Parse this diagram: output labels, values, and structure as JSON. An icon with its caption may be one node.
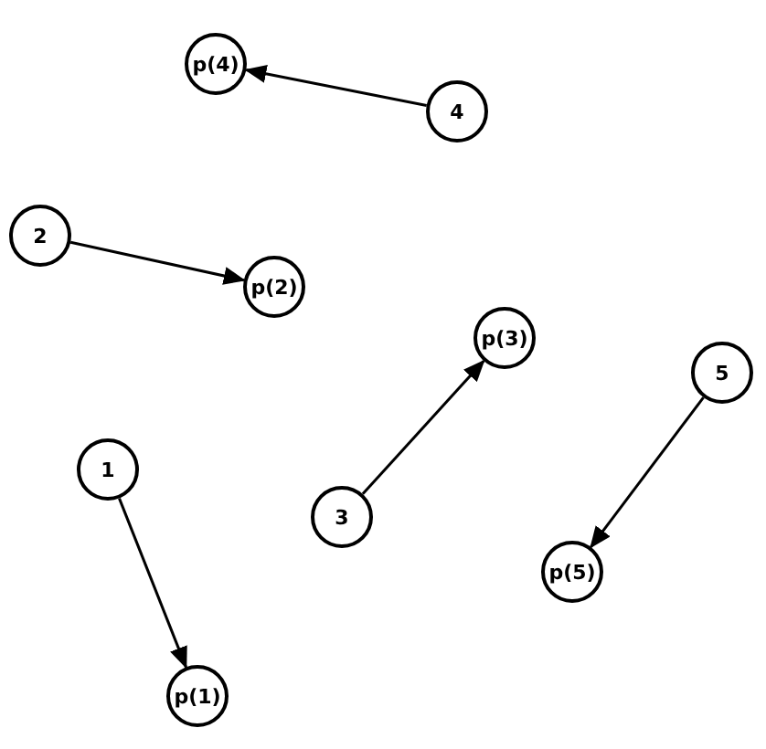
{
  "diagram": {
    "nodes": [
      {
        "text": [
          "p(4)"
        ]
      },
      {
        "text": [
          "4"
        ]
      },
      {
        "text": [
          "2"
        ]
      },
      {
        "text": [
          "p(2)"
        ]
      },
      {
        "text": [
          "p(3)"
        ]
      },
      {
        "text": [
          "5"
        ]
      },
      {
        "text": [
          "1"
        ]
      },
      {
        "text": [
          "3"
        ]
      },
      {
        "text": [
          "p(5)"
        ]
      },
      {
        "text": [
          "p(1)"
        ]
      }
    ],
    "edges": [
      {
        "from": 1,
        "to": 0,
        "arrow": "to"
      },
      {
        "from": 2,
        "to": 3,
        "arrow": "to"
      },
      {
        "from": 7,
        "to": 4,
        "arrow": "to"
      },
      {
        "from": 5,
        "to": 8,
        "arrow": "to"
      },
      {
        "from": 6,
        "to": 9,
        "arrow": "to"
      }
    ]
  }
}
